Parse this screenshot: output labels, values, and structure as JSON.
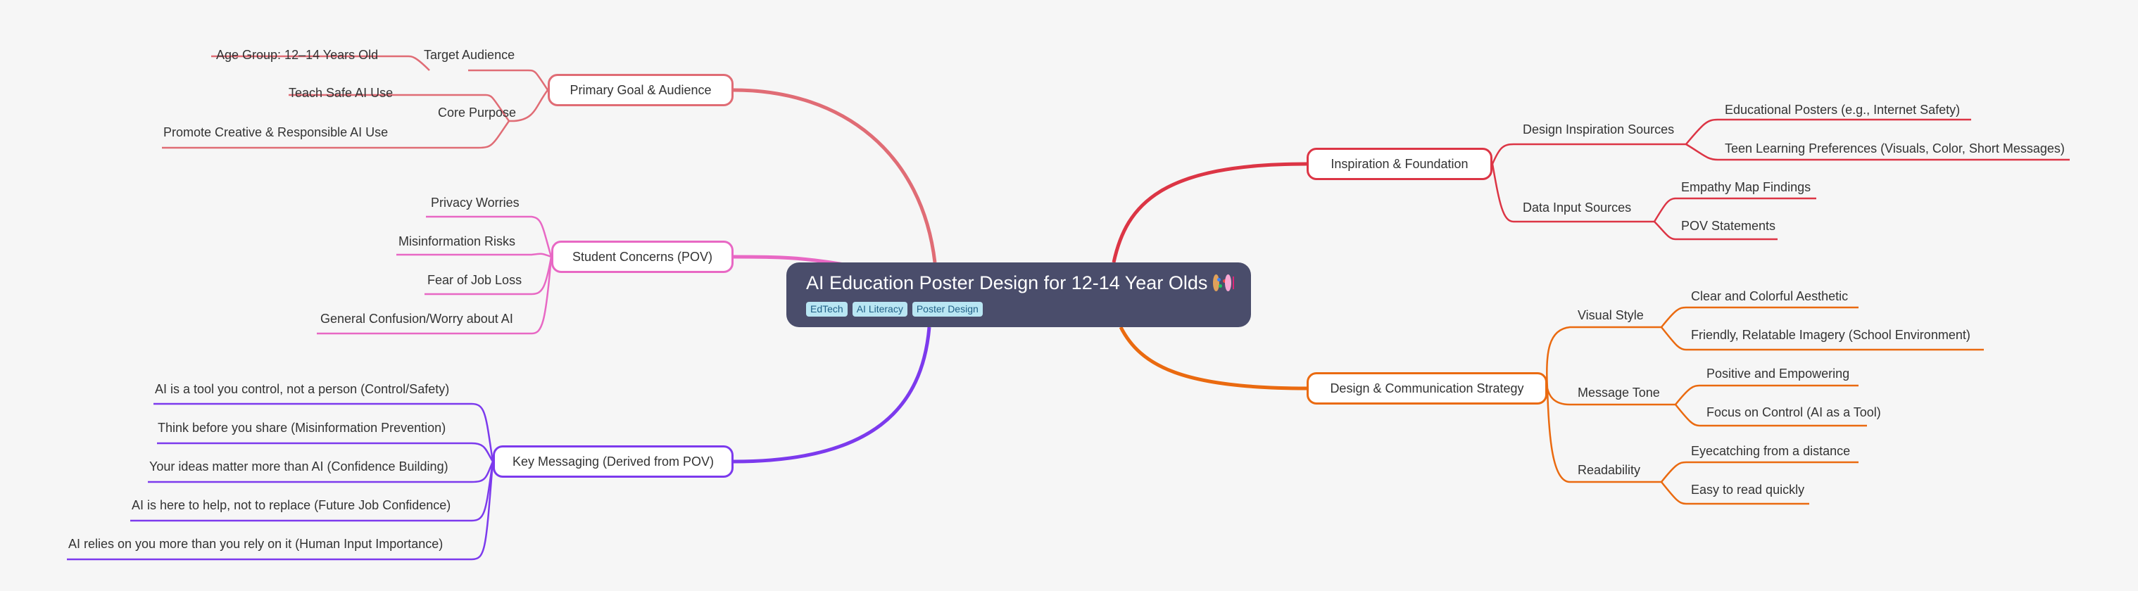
{
  "root": {
    "title": "AI Education Poster Design for 12-14 Year Olds",
    "tags": [
      "EdTech",
      "AI Literacy",
      "Poster Design"
    ]
  },
  "branches": {
    "primary_goal": {
      "label": "Primary Goal & Audience",
      "color": "#e06c75",
      "children": [
        {
          "label": "Target Audience",
          "children": [
            "Age Group: 12–14 Years Old"
          ]
        },
        {
          "label": "Core Purpose",
          "children": [
            "Teach Safe AI Use",
            "Promote Creative & Responsible AI Use"
          ]
        }
      ]
    },
    "student_concerns": {
      "label": "Student Concerns (POV)",
      "color": "#e868c4",
      "children": [
        "Privacy Worries",
        "Misinformation Risks",
        "Fear of Job Loss",
        "General Confusion/Worry about AI"
      ]
    },
    "key_messaging": {
      "label": "Key Messaging (Derived from POV)",
      "color": "#7c3aed",
      "children": [
        "AI is a tool you control, not a person (Control/Safety)",
        "Think before you share (Misinformation Prevention)",
        "Your ideas matter more than AI (Confidence Building)",
        "AI is here to help, not to replace (Future Job Confidence)",
        "AI relies on you more than you rely on it (Human Input Importance)"
      ]
    },
    "inspiration": {
      "label": "Inspiration & Foundation",
      "color": "#dc3545",
      "children": [
        {
          "label": "Design Inspiration Sources",
          "children": [
            "Educational Posters (e.g., Internet Safety)",
            "Teen Learning Preferences (Visuals, Color, Short Messages)"
          ]
        },
        {
          "label": "Data Input Sources",
          "children": [
            "Empathy Map Findings",
            "POV Statements"
          ]
        }
      ]
    },
    "design_strategy": {
      "label": "Design & Communication Strategy",
      "color": "#ea6a10",
      "children": [
        {
          "label": "Visual Style",
          "children": [
            "Clear and Colorful Aesthetic",
            "Friendly, Relatable Imagery (School Environment)"
          ]
        },
        {
          "label": "Message Tone",
          "children": [
            "Positive and Empowering",
            "Focus on Control (AI as a Tool)"
          ]
        },
        {
          "label": "Readability",
          "children": [
            "Eyecatching from a distance",
            "Easy to read quickly"
          ]
        }
      ]
    }
  }
}
